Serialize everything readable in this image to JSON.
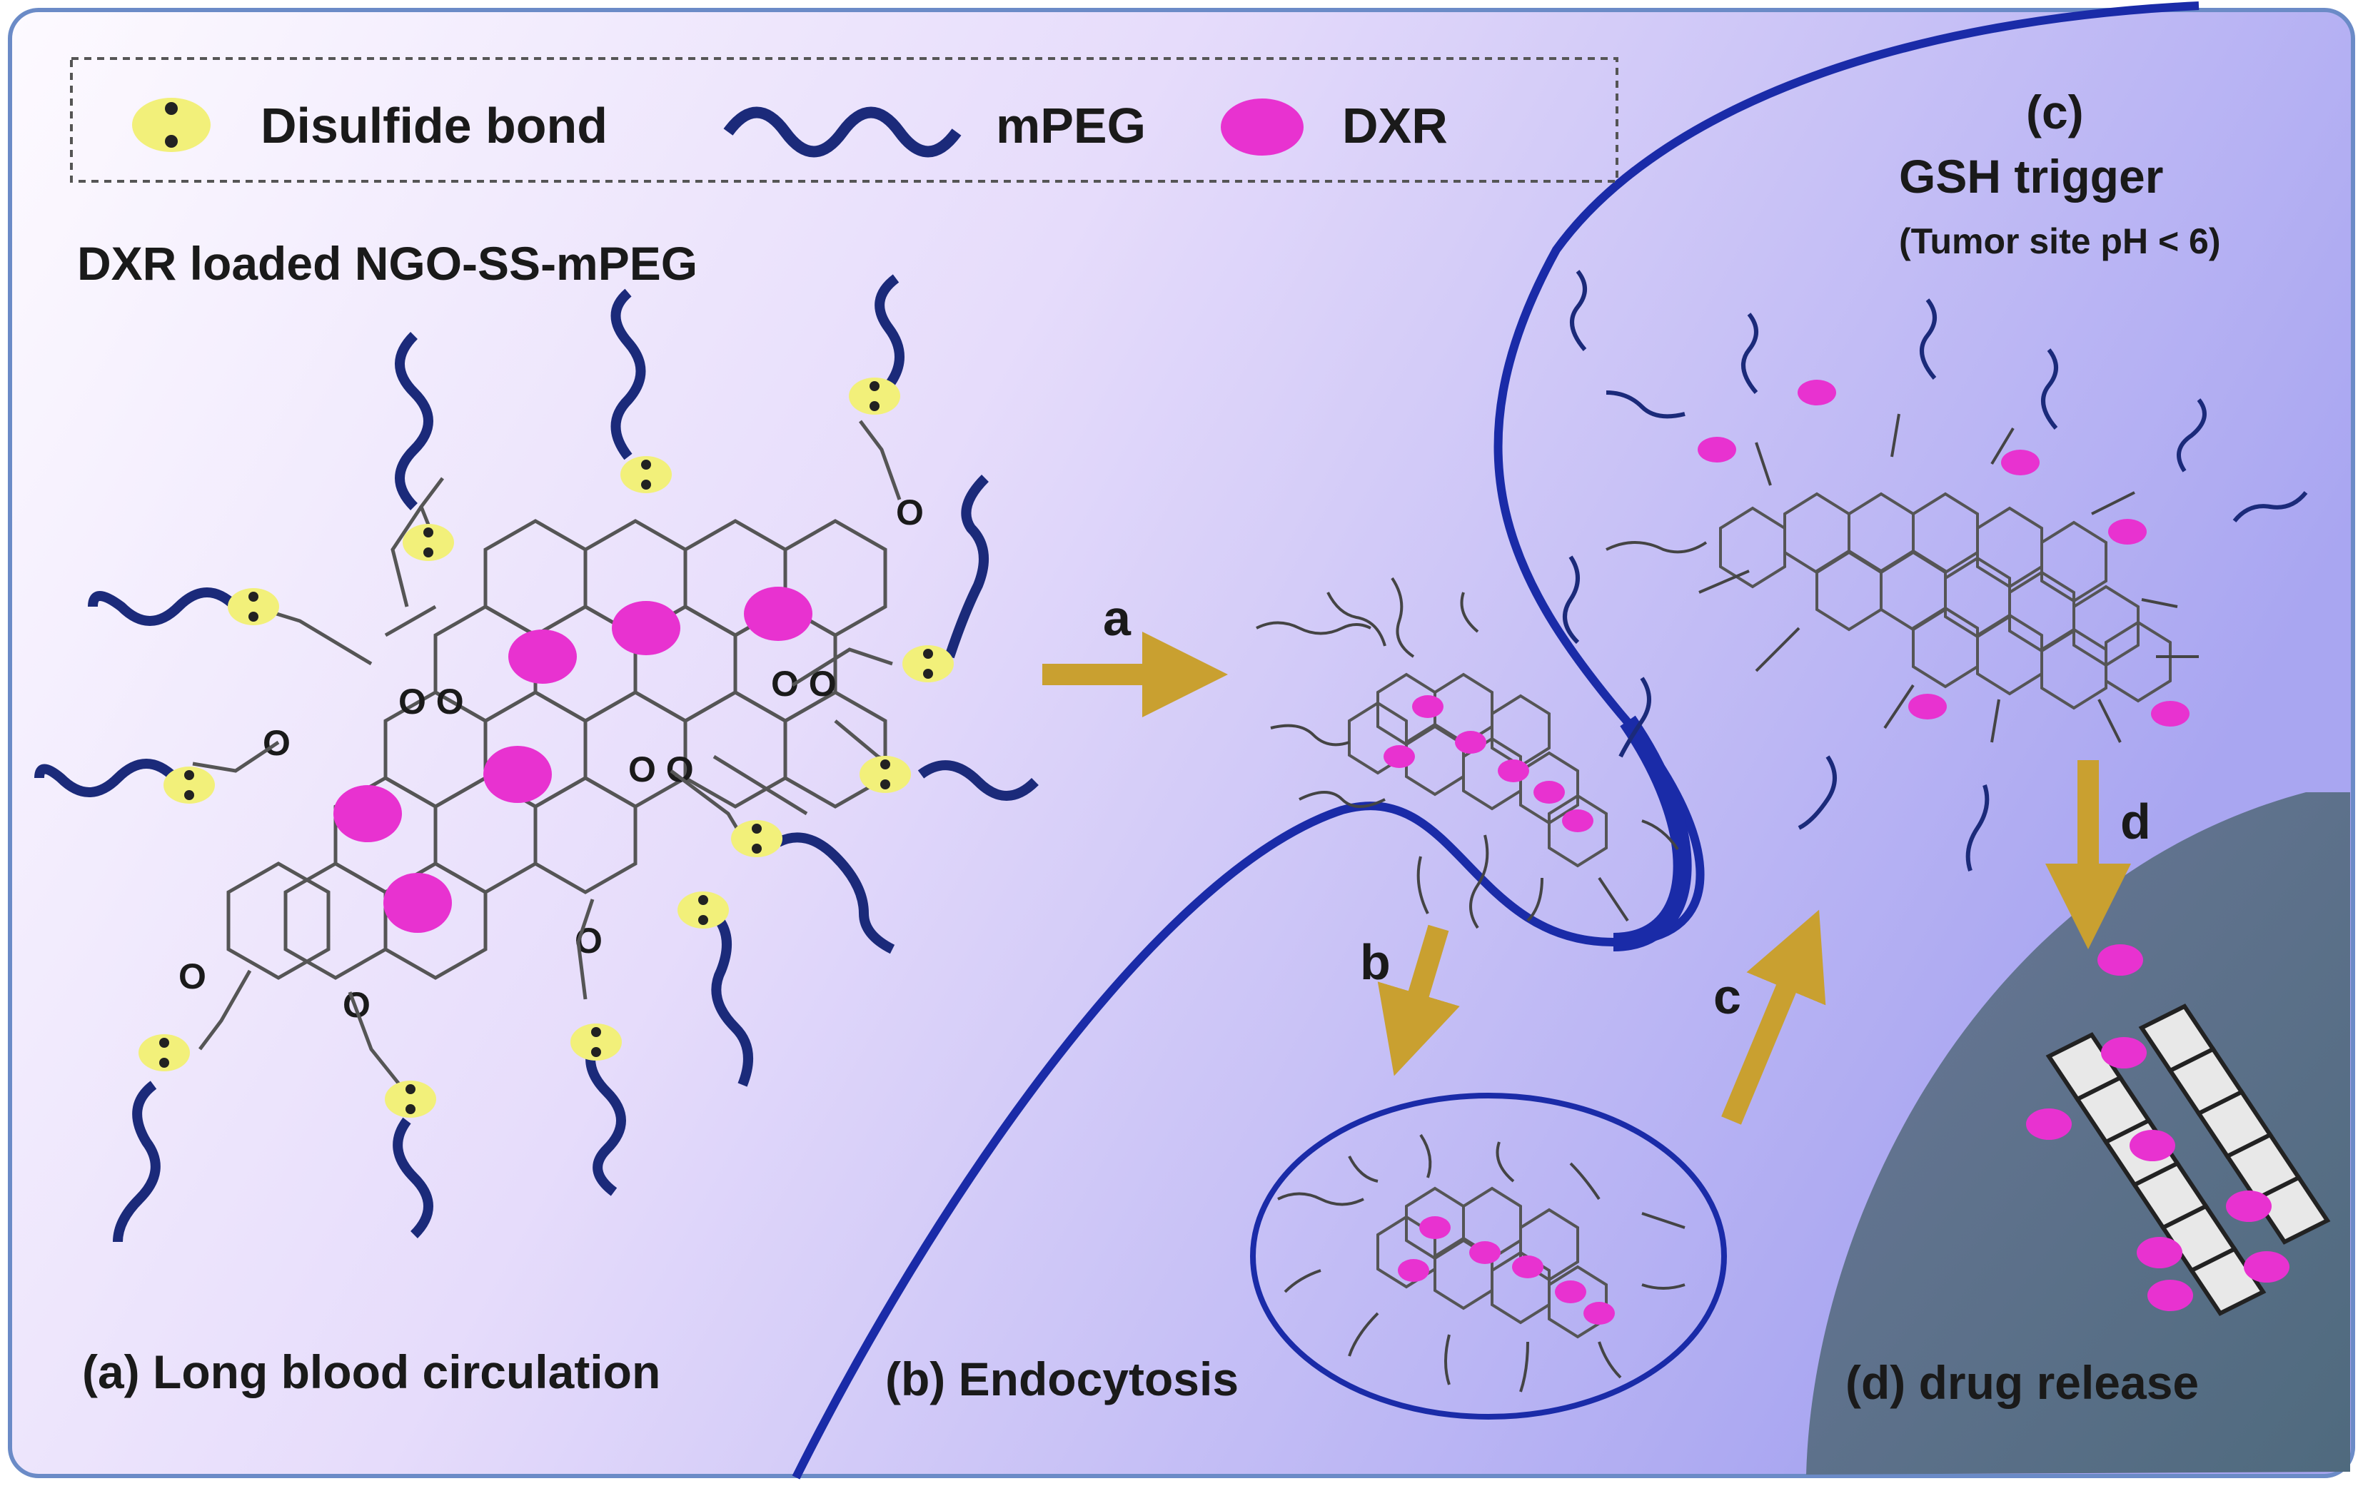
{
  "colors": {
    "background_left": "#fbf6ff",
    "background_right": "#aaa8f2",
    "membrane": "#1a2ba8",
    "mpeg": "#1b2a7a",
    "disulfide": "#f2f07a",
    "dxr": "#e832d0",
    "arrow": "#c9a030",
    "nucleus": "#5c6a8c",
    "graphene": "#555555"
  },
  "legend": {
    "disulfide_label": "Disulfide bond",
    "mpeg_label": "mPEG",
    "dxr_label": "DXR"
  },
  "labels": {
    "title": "DXR loaded NGO-SS-mPEG",
    "step_a": "(a)  Long blood circulation",
    "step_b": "(b)  Endocytosis",
    "step_c_head": "(c)",
    "step_c_title": "GSH trigger",
    "step_c_sub": "(Tumor site pH < 6)",
    "step_d": "(d)  drug release"
  },
  "arrows": {
    "a": "a",
    "b": "b",
    "c": "c",
    "d": "d"
  },
  "atom_labels": {
    "oxygen": "O",
    "double_oxygen": "O O"
  }
}
